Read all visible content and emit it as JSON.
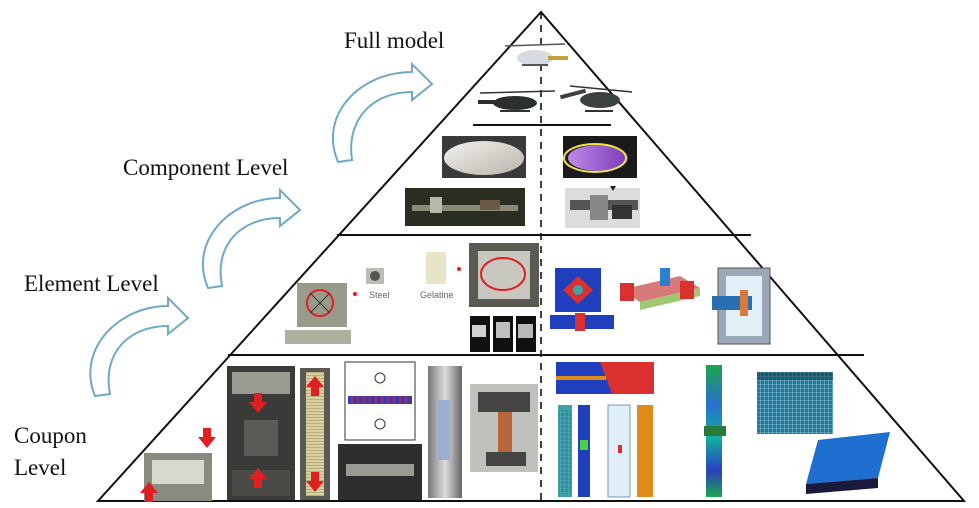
{
  "diagram": {
    "levels": [
      {
        "id": "full",
        "label": "Full model"
      },
      {
        "id": "component",
        "label": "Component Level"
      },
      {
        "id": "element",
        "label": "Element Level"
      },
      {
        "id": "coupon",
        "label_line1": "Coupon",
        "label_line2": "Level"
      }
    ],
    "captions": {
      "steel": "Steel",
      "gelatine": "Gelatine"
    },
    "colors": {
      "outline": "#111111",
      "arrow": "#6fa8c8",
      "red_marker": "#e02020",
      "fe_blue": "#1f3fbf",
      "fe_red": "#d93030",
      "fe_teal": "#3aa6a6",
      "fe_orange": "#e08a1a",
      "canopy_purple": "#9b5fd0"
    },
    "icons": [
      "curved-arrow-icon",
      "helicopter-image",
      "canopy-photo",
      "fe-model",
      "specimen-photo",
      "red-arrow-icon"
    ]
  }
}
